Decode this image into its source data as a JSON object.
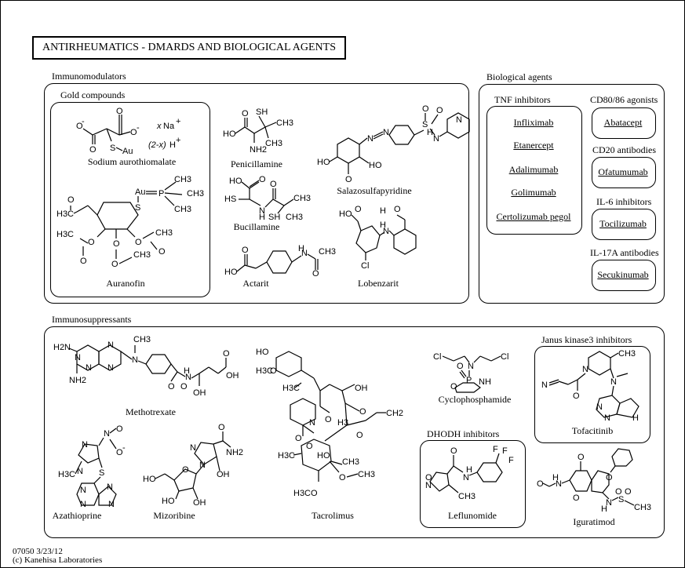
{
  "title": "ANTIRHEUMATICS - DMARDS AND BIOLOGICAL AGENTS",
  "immunomodulators": {
    "label": "Immunomodulators",
    "gold": {
      "label": "Gold compounds",
      "sodium_aurothiomalate": "Sodium aurothiomalate",
      "auranofin": "Auranofin"
    },
    "penicillamine": "Penicillamine",
    "bucillamine": "Bucillamine",
    "actarit": "Actarit",
    "salazosulfapyridine": "Salazosulfapyridine",
    "lobenzarit": "Lobenzarit"
  },
  "biological": {
    "label": "Biological agents",
    "tnf": {
      "label": "TNF inhibitors",
      "drugs": [
        "Infliximab",
        "Etanercept",
        "Adalimumab",
        "Golimumab",
        "Certolizumab pegol"
      ]
    },
    "cd80": {
      "label": "CD80/86 agonists",
      "drug": "Abatacept"
    },
    "cd20": {
      "label": "CD20 antibodies",
      "drug": "Ofatumumab"
    },
    "il6": {
      "label": "IL-6 inhibitors",
      "drug": "Tocilizumab"
    },
    "il17": {
      "label": "IL-17A antibodies",
      "drug": "Secukinumab"
    }
  },
  "immunosuppressants": {
    "label": "Immunosuppressants",
    "methotrexate": "Methotrexate",
    "azathioprine": "Azathioprine",
    "mizoribine": "Mizoribine",
    "tacrolimus": "Tacrolimus",
    "cyclophosphamide": "Cyclophosphamide",
    "jak": {
      "label": "Janus kinase3 inhibitors",
      "drug": "Tofacitinib"
    },
    "dhodh": {
      "label": "DHODH inhibitors",
      "drug": "Leflunomide"
    },
    "iguratimod": "Iguratimod"
  },
  "footer": {
    "code": "07050 3/23/12",
    "copyright": "(c) Kanehisa Laboratories"
  }
}
